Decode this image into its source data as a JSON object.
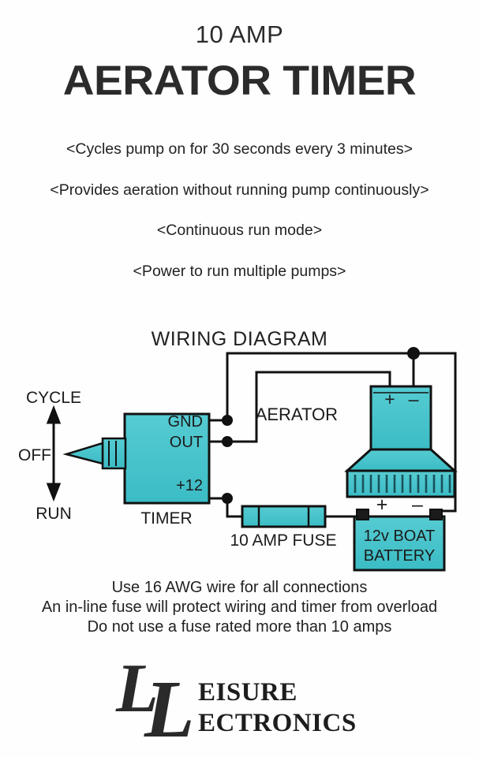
{
  "header": {
    "amp_rating": "10 AMP",
    "title": "AERATOR TIMER"
  },
  "features": [
    "<Cycles pump on for 30 seconds every 3 minutes>",
    "<Provides aeration without running pump continuously>",
    "<Continuous run mode>",
    "<Power to run multiple pumps>"
  ],
  "diagram": {
    "title": "WIRING DIAGRAM",
    "timer": {
      "caption": "TIMER",
      "terminals": [
        "GND",
        "OUT",
        "+12"
      ]
    },
    "switch": {
      "positions": [
        "CYCLE",
        "OFF",
        "RUN"
      ]
    },
    "aerator": {
      "label": "AERATOR",
      "plus": "+",
      "minus": "–"
    },
    "fuse": {
      "label": "10 AMP FUSE"
    },
    "battery": {
      "line1": "12v BOAT",
      "line2": "BATTERY",
      "plus": "+",
      "minus": "–"
    }
  },
  "instructions": [
    "Use 16 AWG wire for all connections",
    "An in-line fuse will protect wiring and timer from overload",
    "Do not use a fuse rated more than 10 amps"
  ],
  "logo": {
    "mark": "L",
    "mark2": "L",
    "word1": "EISURE",
    "word2": "ECTRONICS"
  },
  "colors": {
    "component_fill": "#3FC0C8",
    "component_fill_light": "#62CFD6",
    "outline": "#111111",
    "text": "#222222",
    "background": "#FFFFFF"
  }
}
